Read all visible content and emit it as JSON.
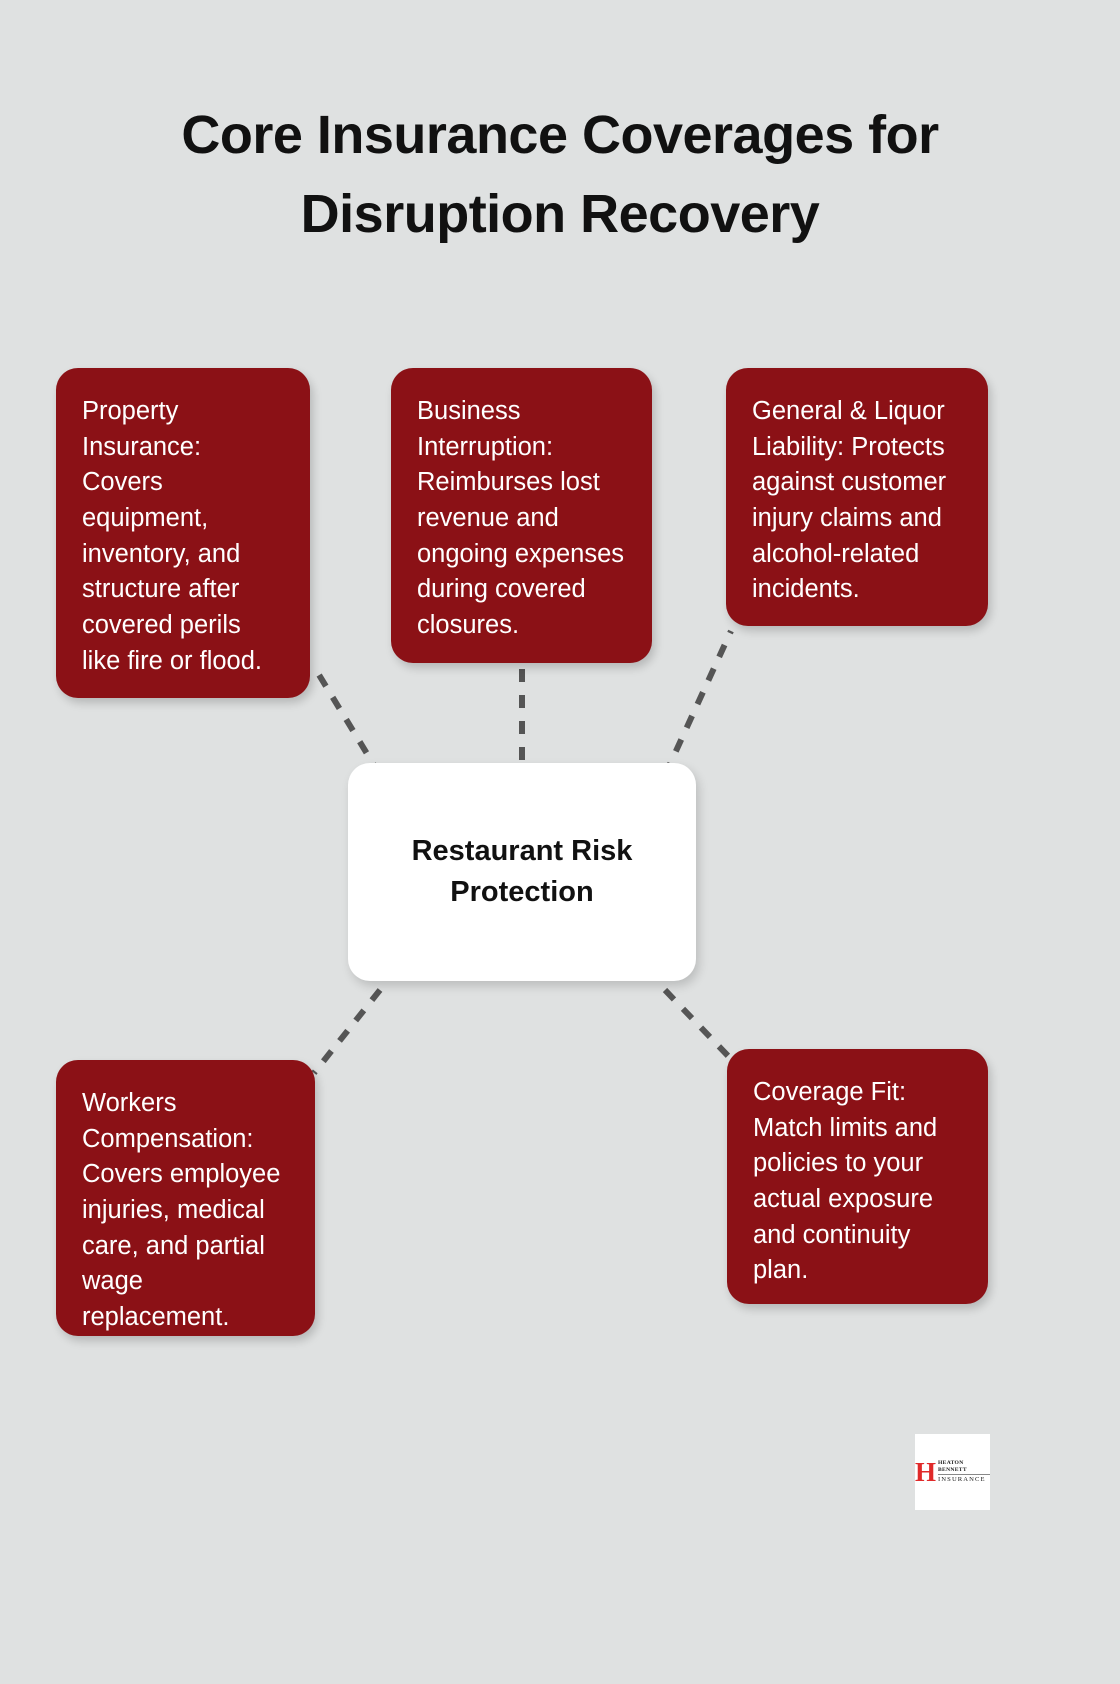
{
  "page": {
    "background_color": "#dfe1e1",
    "title": "Core Insurance Coverages for Disruption Recovery"
  },
  "center": {
    "label": "Restaurant Risk Protection",
    "background_color": "#ffffff",
    "text_color": "#111111"
  },
  "card_style": {
    "background_color": "#8b1116",
    "text_color": "#ffffff"
  },
  "connector_style": {
    "color": "#555555",
    "style": "dashed"
  },
  "cards": [
    {
      "id": "property-insurance",
      "name": "Property Insurance",
      "text": "Property Insurance: Covers equipment, inventory, and structure after covered perils like fire or flood.",
      "position": "top-left"
    },
    {
      "id": "business-interruption",
      "name": "Business Interruption",
      "text": "Business Interruption: Reimburses lost revenue and ongoing expenses during covered closures.",
      "position": "top-center"
    },
    {
      "id": "general-liquor-liability",
      "name": "General & Liquor Liability",
      "text": "General & Liquor Liability: Protects against customer injury claims and alcohol-related incidents.",
      "position": "top-right"
    },
    {
      "id": "workers-compensation",
      "name": "Workers Compensation",
      "text": "Workers Compensation: Covers employee injuries, medical care, and partial wage replacement.",
      "position": "bottom-left"
    },
    {
      "id": "coverage-fit",
      "name": "Coverage Fit",
      "text": "Coverage Fit: Match limits and policies to your actual exposure and continuity plan.",
      "position": "bottom-right"
    }
  ],
  "logo": {
    "monogram": "H",
    "line1": "HEATON BENNETT",
    "line2": "INSURANCE",
    "monogram_color": "#e02a2a"
  }
}
